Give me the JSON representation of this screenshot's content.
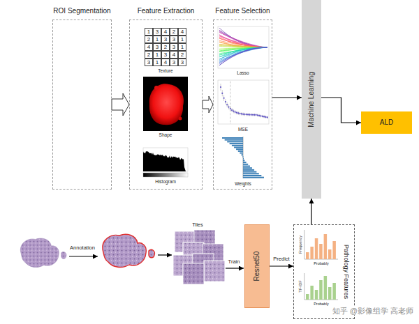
{
  "diagram": {
    "nodes": [
      {
        "text": [
          "ROI Segmentation"
        ]
      },
      {
        "text": [
          "Feature Extraction"
        ]
      },
      {
        "text": [
          "Feature Selection"
        ]
      },
      {
        "text": [
          "Machine Learning"
        ]
      },
      {
        "text": [
          "ALD"
        ]
      },
      {
        "text": [
          "Resnet50"
        ]
      },
      {
        "text": [
          "Pathology Features"
        ]
      }
    ],
    "edges": [
      {
        "from": 0,
        "to": 1,
        "arrow": "to"
      },
      {
        "from": 1,
        "to": 2,
        "arrow": "to"
      },
      {
        "from": 2,
        "to": 3,
        "arrow": "to"
      },
      {
        "from": 3,
        "to": 4,
        "arrow": "to"
      },
      {
        "from": 5,
        "to": 6,
        "label": "Predict",
        "arrow": "to"
      },
      {
        "from": 6,
        "to": 3,
        "arrow": "to"
      }
    ],
    "labels": [
      "1",
      "3",
      "4",
      "2",
      "4",
      "2",
      "1",
      "3",
      "3",
      "1",
      "4",
      "3",
      "2",
      "3",
      "1",
      "2",
      "1",
      "3",
      "4",
      "2",
      "3",
      "1",
      "4",
      "3",
      "3",
      "Texture",
      "Shape",
      "Histogram",
      "Lasso",
      "MSE",
      "Weights",
      "Annotation",
      "Tiles",
      "Train",
      "Frequency",
      "Probably",
      "TF-IDF",
      "Probably",
      "知乎 @影像组学 高老师"
    ]
  }
}
